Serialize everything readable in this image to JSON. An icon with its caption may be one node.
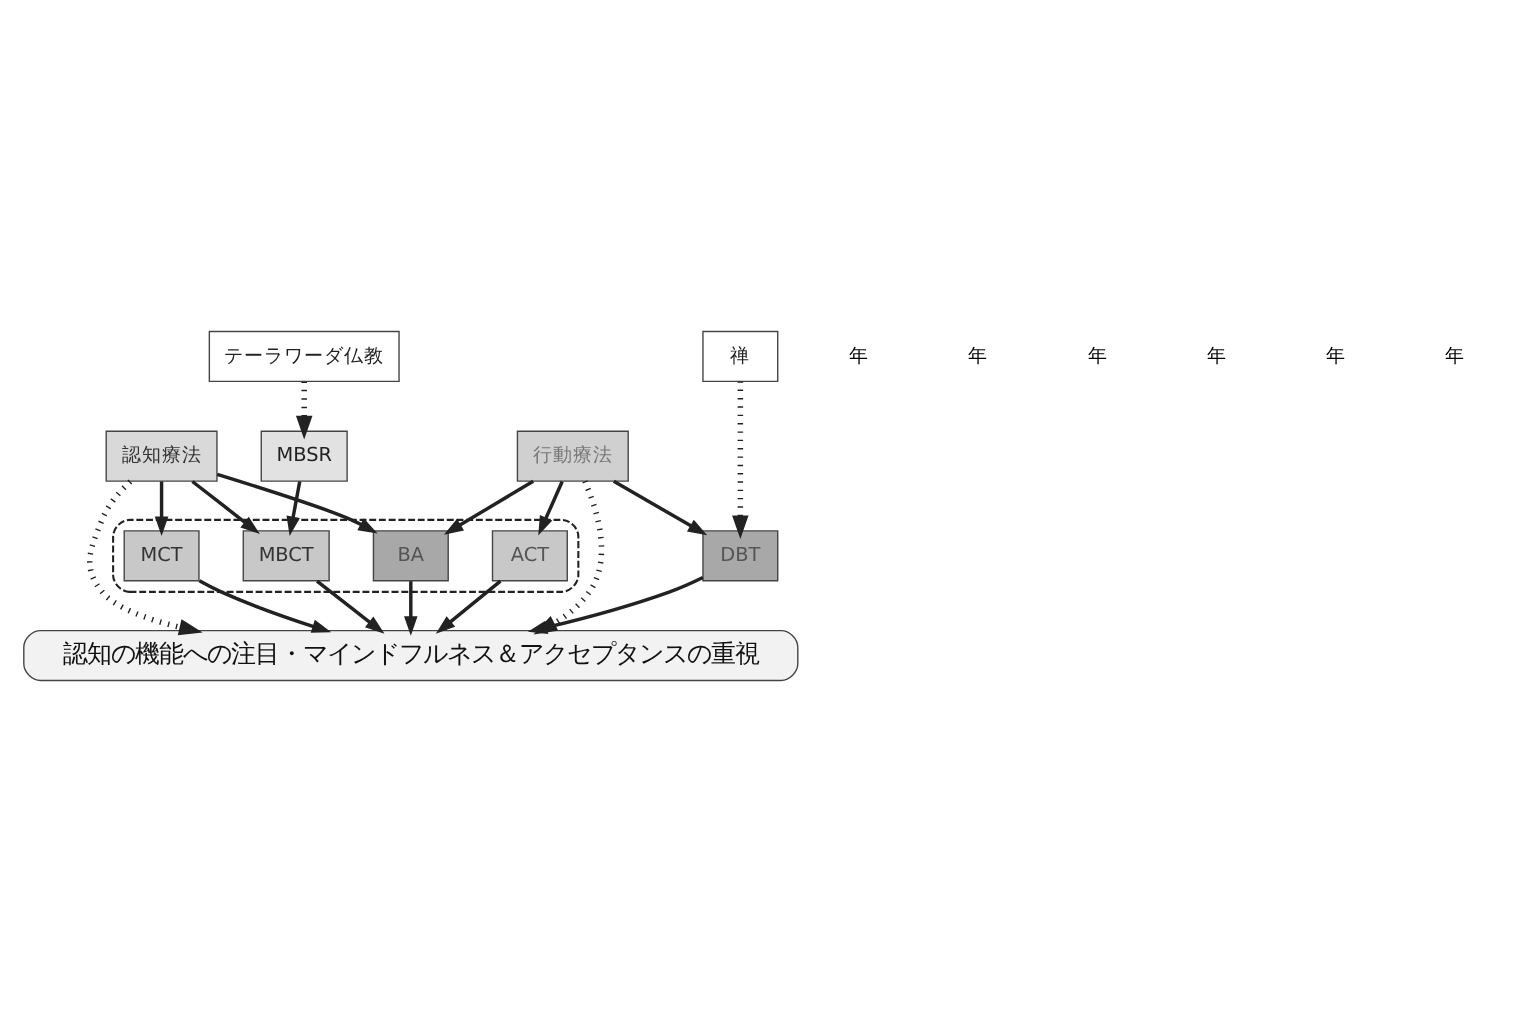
{
  "diagram": {
    "nodes": [
      {
        "text": [
          "テーラワーダ仏教"
        ]
      },
      {
        "text": [
          "禅"
        ]
      },
      {
        "text": [
          "認知療法"
        ]
      },
      {
        "text": [
          "行動療法"
        ]
      },
      {
        "text": [
          "MBSR"
        ]
      },
      {
        "text": [],
        "shape": "box"
      },
      {
        "text": [
          "DBT"
        ]
      },
      {
        "text": [
          "MCT"
        ],
        "in": 5
      },
      {
        "text": [
          "MBCT"
        ],
        "in": 5
      },
      {
        "text": [
          "BA"
        ],
        "in": 5
      },
      {
        "text": [
          "ACT"
        ],
        "in": 5
      },
      {
        "text": [
          "認知の機能への注目・マインドフルネス＆アクセプタンスの重視"
        ]
      }
    ],
    "edges": [
      {
        "from": 0,
        "to": 4,
        "arrow": "to",
        "style": "dashed"
      },
      {
        "from": 1,
        "to": 6,
        "arrow": "to",
        "style": "dashed"
      },
      {
        "from": 2,
        "to": 11,
        "arrow": "to",
        "style": "dashed"
      },
      {
        "from": 3,
        "to": 11,
        "arrow": "to",
        "style": "dashed"
      },
      {
        "from": 4,
        "to": 8,
        "arrow": "to"
      },
      {
        "from": 2,
        "to": 7,
        "arrow": "to"
      },
      {
        "from": 2,
        "to": 8,
        "arrow": "to"
      },
      {
        "from": 2,
        "to": 9,
        "arrow": "to"
      },
      {
        "from": 3,
        "to": 9,
        "arrow": "to"
      },
      {
        "from": 3,
        "to": 6,
        "arrow": "to"
      },
      {
        "from": 3,
        "to": 10,
        "arrow": "to"
      },
      {
        "from": 6,
        "to": 11,
        "arrow": "to"
      },
      {
        "from": 7,
        "to": 11,
        "arrow": "to"
      },
      {
        "from": 8,
        "to": 11,
        "arrow": "to"
      },
      {
        "from": 9,
        "to": 11,
        "arrow": "to"
      },
      {
        "from": 10,
        "to": 11,
        "arrow": "to"
      }
    ],
    "labels": [
      "年",
      "年",
      "年",
      "年",
      "年",
      "年"
    ]
  }
}
